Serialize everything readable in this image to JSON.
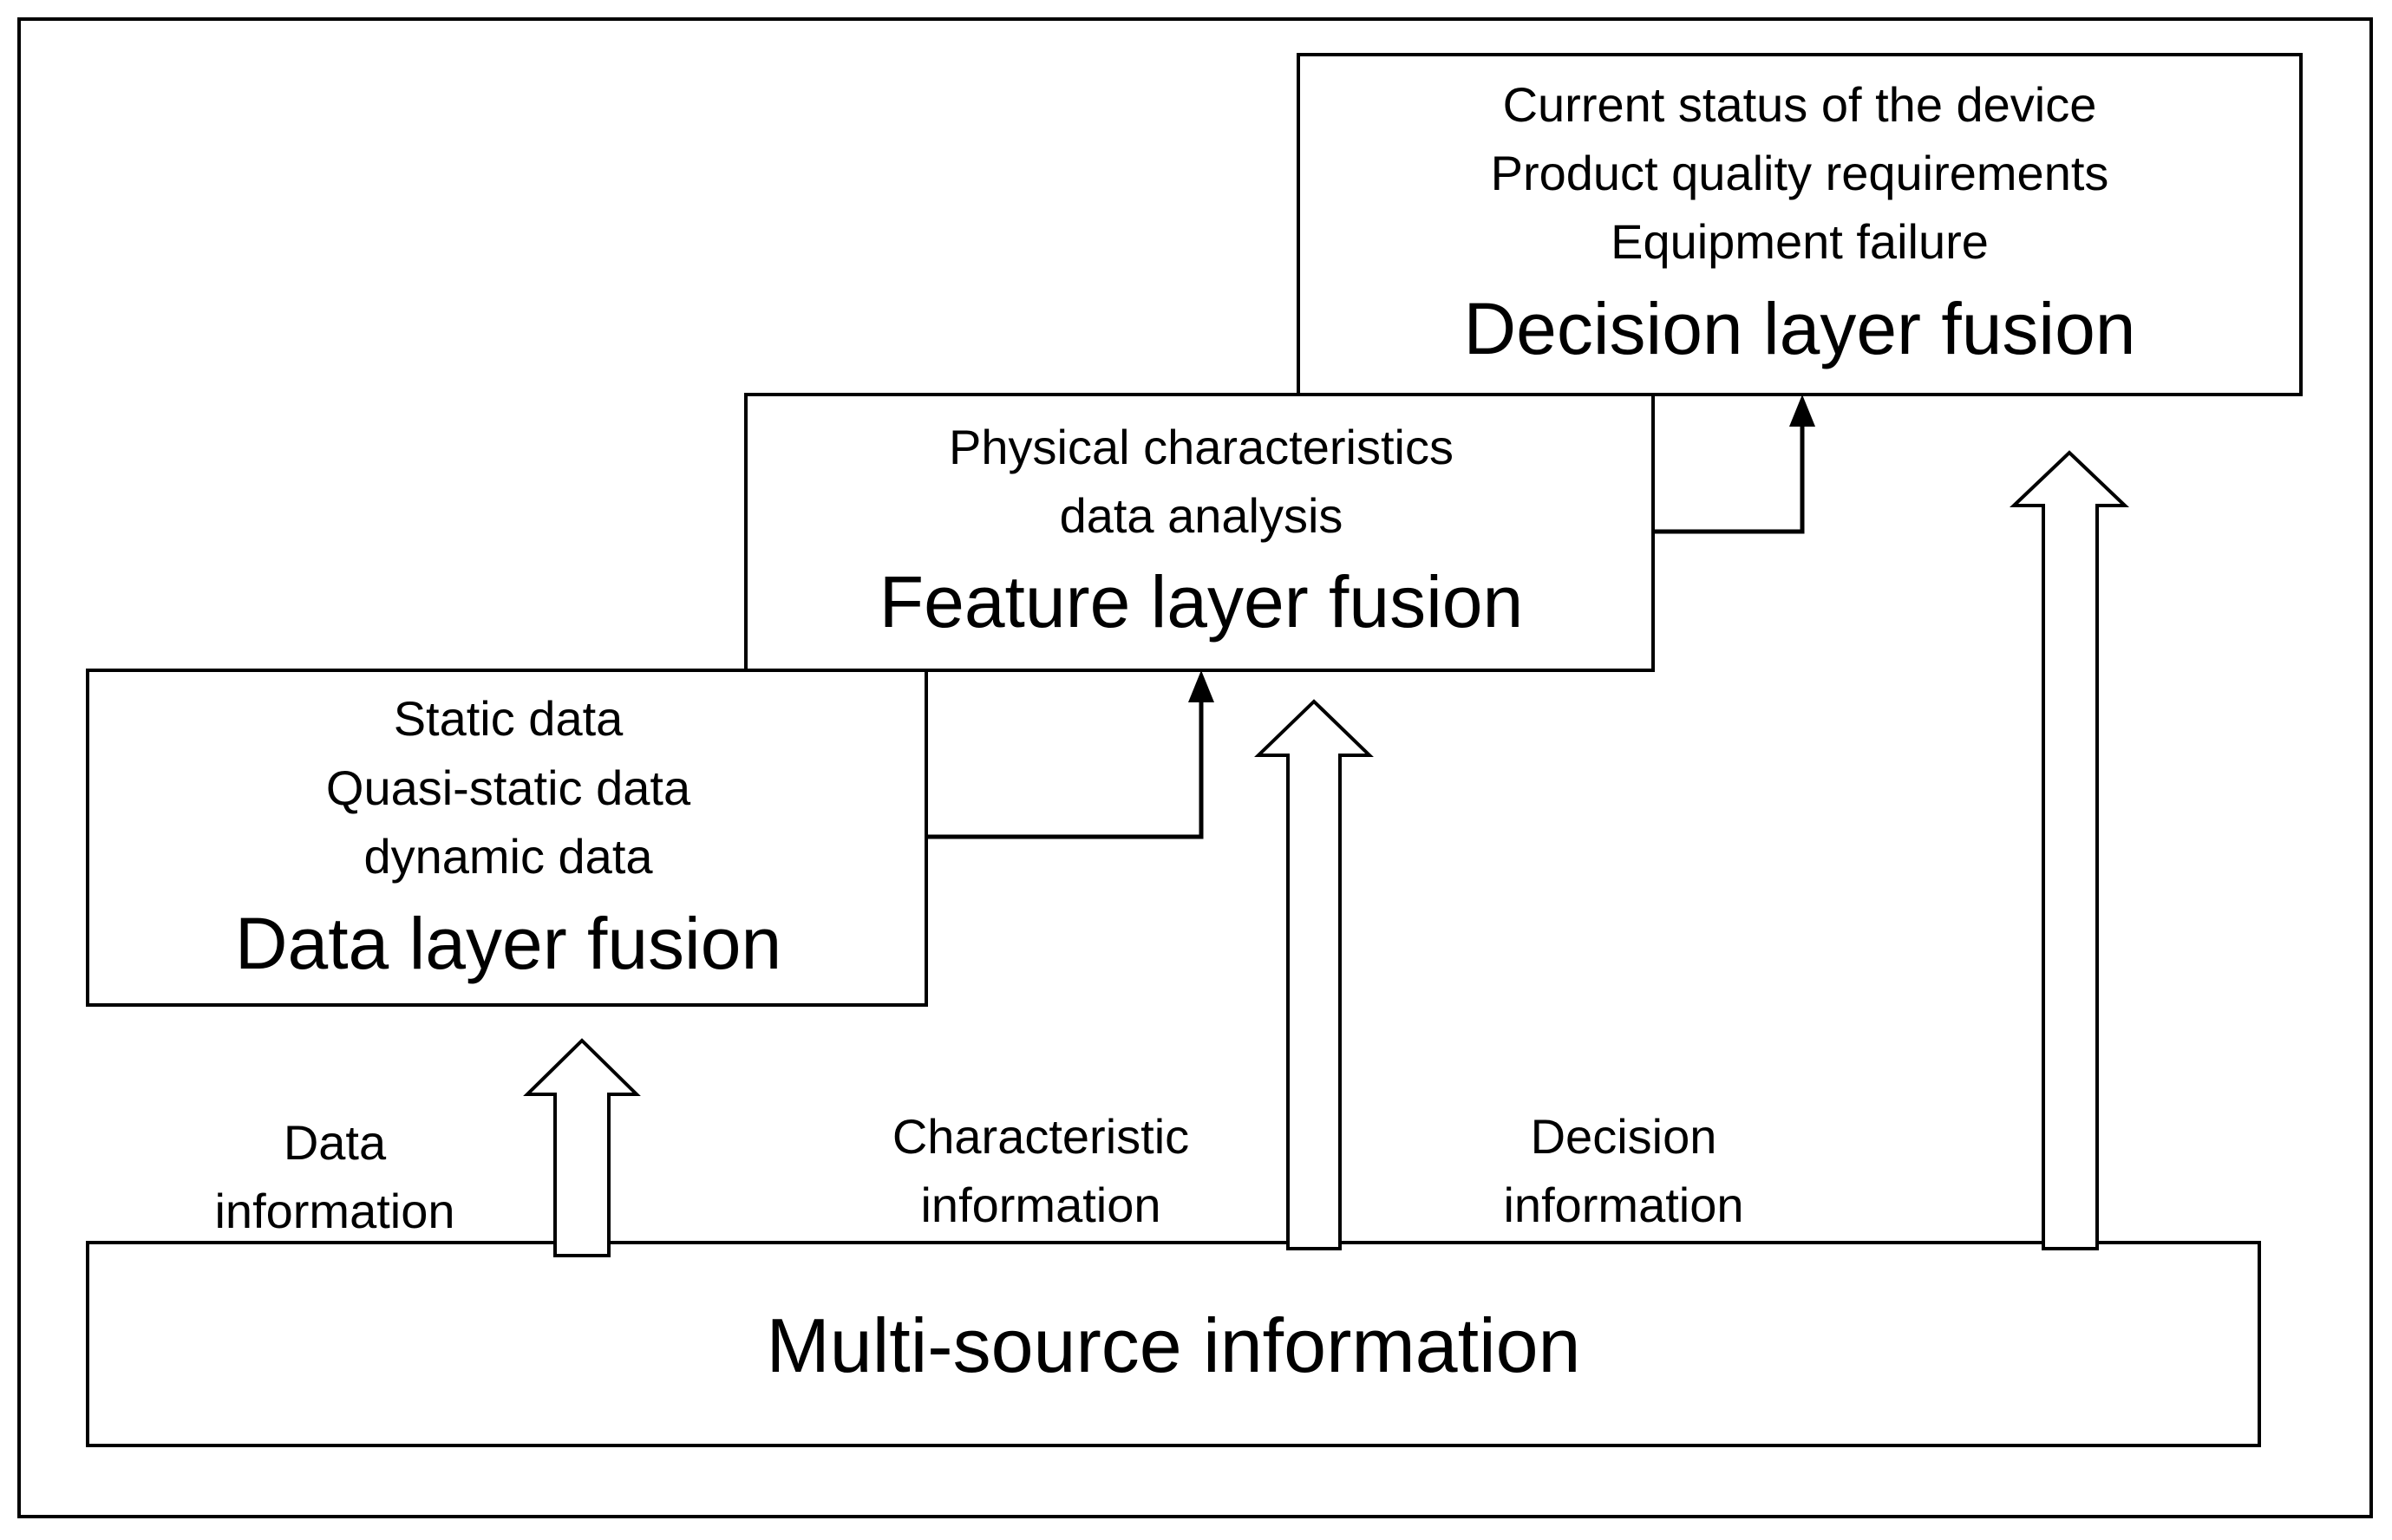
{
  "diagram": {
    "decision_box": {
      "lines": [
        "Current status of the device",
        "Product quality requirements",
        "Equipment failure"
      ],
      "title": "Decision layer fusion"
    },
    "feature_box": {
      "lines": [
        "Physical characteristics",
        "data analysis"
      ],
      "title": "Feature layer fusion"
    },
    "data_box": {
      "lines": [
        "Static data",
        "Quasi-static data",
        "dynamic data"
      ],
      "title": "Data layer fusion"
    },
    "source_box": {
      "title": "Multi-source information"
    },
    "labels": {
      "data_info": [
        "Data",
        "information"
      ],
      "characteristic_info": [
        "Characteristic",
        "information"
      ],
      "decision_info": [
        "Decision",
        "information"
      ]
    }
  }
}
